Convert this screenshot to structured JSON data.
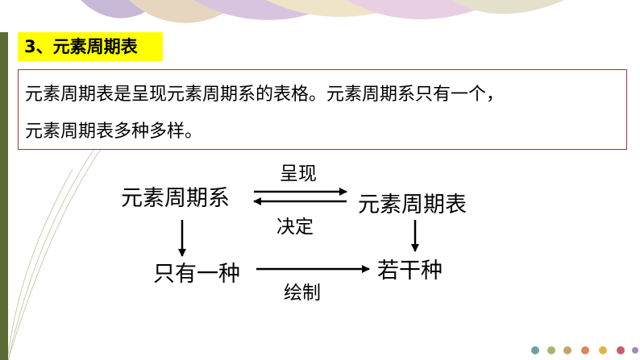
{
  "title": "3、元素周期表",
  "definition": {
    "line1": "元素周期表是呈现元素周期系的表格。元素周期系只有一个，",
    "line2": "元素周期表多种多样。"
  },
  "diagram": {
    "node_system": "元素周期系",
    "node_table": "元素周期表",
    "node_only_one": "只有一种",
    "node_several": "若干种",
    "label_present": "呈现",
    "label_decide": "决定",
    "label_draw": "绘制"
  },
  "colors": {
    "title_highlight": "#ffff00",
    "box_border": "#a0352d",
    "side_bar": "#5f6b36"
  }
}
